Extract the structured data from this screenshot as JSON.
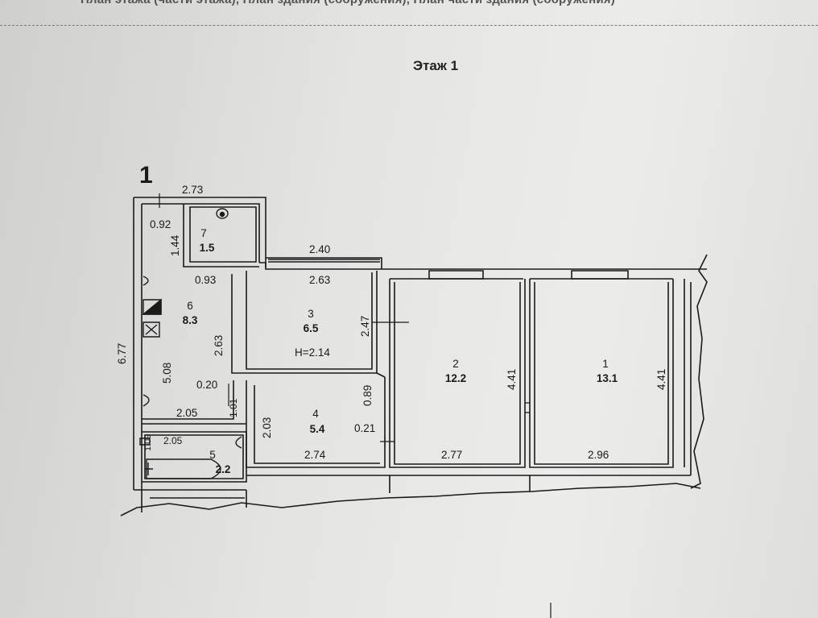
{
  "header": {
    "caption": "План этажа (части этажа), План здания (сооружения), План части здания (сооружения)"
  },
  "floor_title": "Этаж 1",
  "plan_number": "1",
  "rooms": [
    {
      "number": "1",
      "area": "13.1"
    },
    {
      "number": "2",
      "area": "12.2"
    },
    {
      "number": "3",
      "area": "6.5",
      "height": "H=2.14"
    },
    {
      "number": "4",
      "area": "5.4"
    },
    {
      "number": "5",
      "area": "2.2"
    },
    {
      "number": "6",
      "area": "8.3"
    },
    {
      "number": "7",
      "area": "1.5"
    }
  ],
  "dimensions": {
    "d_2_73": "2.73",
    "d_0_92": "0.92",
    "d_1_44": "1.44",
    "d_0_93": "0.93",
    "d_6_77": "6.77",
    "d_5_08": "5.08",
    "d_2_63_v": "2.63",
    "d_0_20": "0.20",
    "d_1_01": "1.01",
    "d_2_05_a": "2.05",
    "d_1_09": "1.09",
    "d_2_05_b": "2.05",
    "d_2_40": "2.40",
    "d_2_63_h": "2.63",
    "d_2_47": "2.47",
    "d_2_03": "2.03",
    "d_0_89": "0.89",
    "d_0_21": "0.21",
    "d_2_74": "2.74",
    "d_4_41_a": "4.41",
    "d_2_77": "2.77",
    "d_4_41_b": "4.41",
    "d_2_96": "2.96"
  },
  "colors": {
    "ink": "#1a1a1a",
    "paper": "#e6e6e4"
  }
}
